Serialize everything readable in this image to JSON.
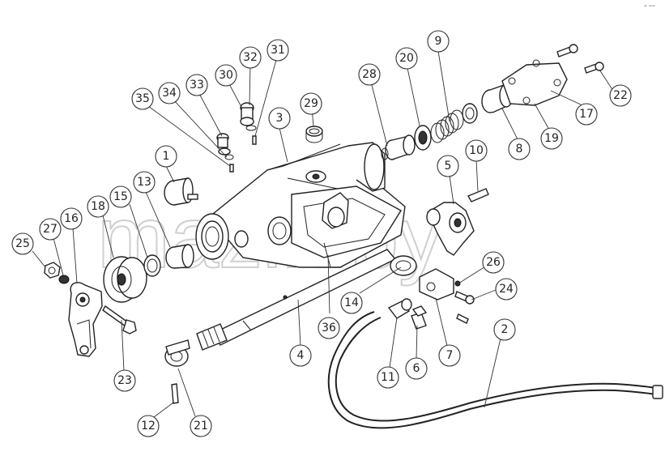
{
  "watermark": "mazik.by",
  "corner_mark": "ᵃᵇ ᵃᵇᵃᵇ",
  "callouts": [
    "1",
    "2",
    "3",
    "4",
    "5",
    "6",
    "7",
    "8",
    "9",
    "10",
    "11",
    "12",
    "13",
    "14",
    "15",
    "16",
    "17",
    "18",
    "19",
    "20",
    "21",
    "22",
    "23",
    "24",
    "25",
    "26",
    "27",
    "28",
    "29",
    "30",
    "31",
    "32",
    "33",
    "34",
    "35",
    "36"
  ],
  "colors": {
    "line": "#222222",
    "watermark": "#cfcfcf",
    "background": "#ffffff"
  }
}
